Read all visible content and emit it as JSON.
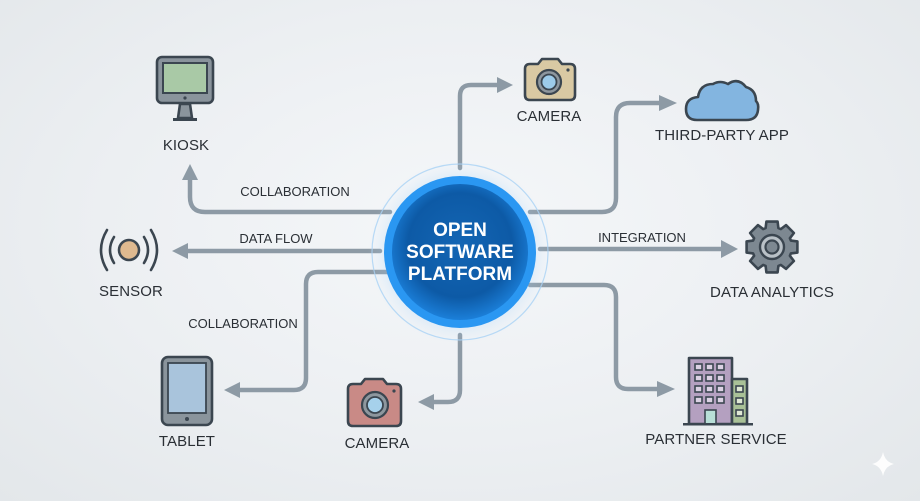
{
  "hub": {
    "lines": [
      "OPEN",
      "SOFTWARE",
      "PLATFORM"
    ],
    "colors": {
      "core": "#0f5da8",
      "rim": "#1d8ff0",
      "glow": "#5fb6ff"
    }
  },
  "nodes": {
    "kiosk": {
      "label": "KIOSK",
      "icon": "monitor-icon"
    },
    "camera_top": {
      "label": "CAMERA",
      "icon": "camera-icon"
    },
    "third_party": {
      "label": "THIRD-PARTY APP",
      "icon": "cloud-icon"
    },
    "sensor": {
      "label": "SENSOR",
      "icon": "sensor-icon"
    },
    "analytics": {
      "label": "DATA ANALYTICS",
      "icon": "gear-icon"
    },
    "tablet": {
      "label": "TABLET",
      "icon": "tablet-icon"
    },
    "camera_bottom": {
      "label": "CAMERA",
      "icon": "camera-icon"
    },
    "partner": {
      "label": "PARTNER SERVICE",
      "icon": "building-icon"
    }
  },
  "edges": {
    "to_kiosk": {
      "label": "COLLABORATION"
    },
    "to_sensor": {
      "label": "DATA FLOW"
    },
    "to_tablet": {
      "label": "COLLABORATION"
    },
    "to_analytics": {
      "label": "INTEGRATION"
    }
  },
  "colors": {
    "edge": "#8d9aa5",
    "text": "#2a2f35",
    "camera_top_fill": "#d9c9a3",
    "camera_bottom_fill": "#c98a86",
    "cloud_fill": "#83b5e0",
    "monitor_screen": "#a9c9a6",
    "tablet_screen": "#a9c4dc",
    "sensor_fill": "#deb98f",
    "gear_fill": "#7d8891",
    "building_main": "#b4a0c0",
    "building_side": "#a9c197"
  },
  "watermark": {
    "icon": "sparkle-icon"
  }
}
